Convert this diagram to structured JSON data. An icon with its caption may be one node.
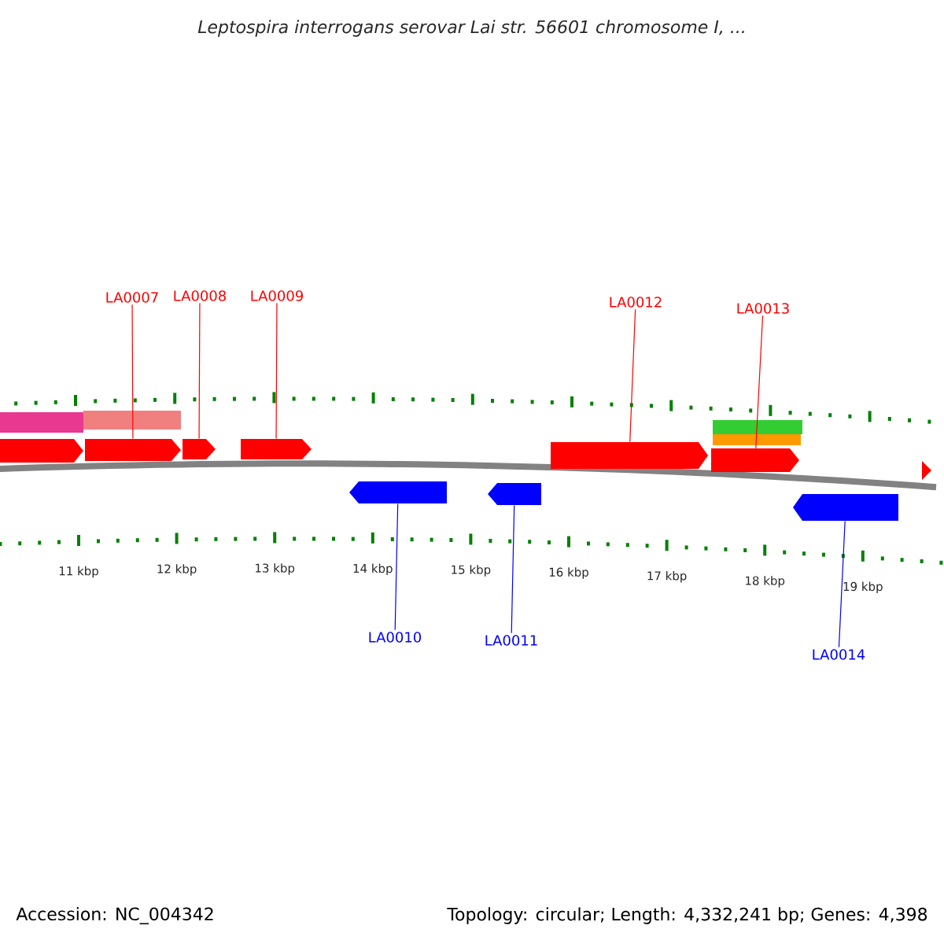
{
  "diagram": {
    "title": "Leptospira interrogans serovar Lai str. 56601 chromosome I, ...",
    "nodes": [
      {
        "text": [
          "LA0007"
        ]
      },
      {
        "text": [
          "LA0008"
        ]
      },
      {
        "text": [
          "LA0009"
        ]
      },
      {
        "text": [
          "LA0010"
        ]
      },
      {
        "text": [
          "LA0011"
        ]
      },
      {
        "text": [
          "LA0012"
        ]
      },
      {
        "text": [
          "LA0013"
        ]
      },
      {
        "text": [
          "LA0014"
        ]
      },
      {
        "text": [],
        "shape": "bar"
      },
      {
        "text": [],
        "shape": "pentagon"
      },
      {
        "text": [],
        "shape": "bar"
      },
      {
        "text": [],
        "shape": "pentagon"
      },
      {
        "text": [],
        "shape": "pentagon"
      },
      {
        "text": [],
        "shape": "pentagon"
      },
      {
        "text": [],
        "shape": "pentagon"
      },
      {
        "text": [],
        "shape": "pentagon"
      },
      {
        "text": [],
        "shape": "pentagon"
      },
      {
        "text": [],
        "shape": "bar"
      },
      {
        "text": [],
        "shape": "bar"
      },
      {
        "text": [],
        "shape": "pentagon"
      },
      {
        "text": [],
        "shape": "pentagon"
      },
      {
        "text": [],
        "shape": "triangle"
      }
    ],
    "edges": [
      {
        "from": 0,
        "to": 11,
        "arrow": "none"
      },
      {
        "from": 1,
        "to": 12,
        "arrow": "none"
      },
      {
        "from": 2,
        "to": 13,
        "arrow": "none"
      },
      {
        "from": 3,
        "to": 14,
        "arrow": "none",
        "color": "#0000ff"
      },
      {
        "from": 4,
        "to": 15,
        "arrow": "none",
        "color": "#0000ff"
      },
      {
        "from": 5,
        "to": 16,
        "arrow": "none"
      },
      {
        "from": 6,
        "to": 19,
        "arrow": "none"
      },
      {
        "from": 7,
        "to": 20,
        "arrow": "none",
        "color": "#0000ff"
      }
    ],
    "labels": [
      "11 kbp",
      "12 kbp",
      "13 kbp",
      "14 kbp",
      "15 kbp",
      "16 kbp",
      "17 kbp",
      "18 kbp",
      "19 kbp",
      "Accession: NC_004342",
      "Topology: circular; Length: 4,332,241 bp; Genes: 4,398"
    ]
  }
}
